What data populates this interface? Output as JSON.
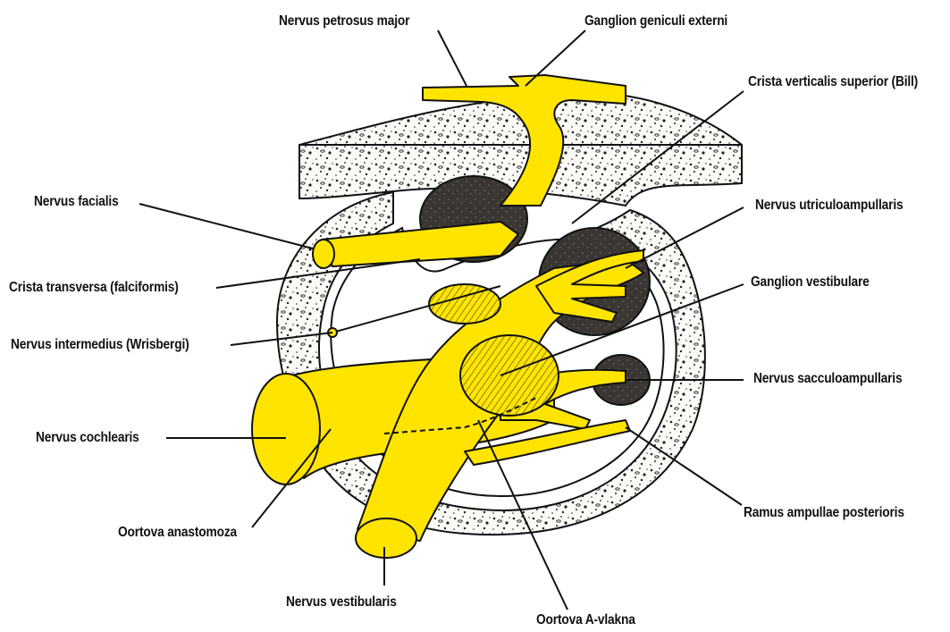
{
  "colors": {
    "nerve": "#ffe400",
    "nerve_shadow": "#e2c600",
    "bone_fill": "#fbfaf6",
    "dark_mass": "#34312e",
    "ink": "#111111",
    "background": "#ffffff"
  },
  "labels": {
    "petrosus_major": "Nervus petrosus major",
    "ganglion_geniculi": "Ganglion geniculi externi",
    "crista_verticalis": "Crista verticalis superior (Bill)",
    "facialis": "Nervus facialis",
    "utriculoampullaris": "Nervus utriculoampullaris",
    "crista_transversa": "Crista transversa (falciformis)",
    "ganglion_vestibulare": "Ganglion vestibulare",
    "intermedius": "Nervus intermedius (Wrisbergi)",
    "sacculoampullaris": "Nervus sacculoampullaris",
    "cochlearis": "Nervus cochlearis",
    "ampullae_posterioris": "Ramus ampullae posterioris",
    "oortova_anastomoza": "Oortova anastomoza",
    "vestibularis": "Nervus vestibularis",
    "oortova_a_vlakna": "Oortova A-vlakna"
  }
}
